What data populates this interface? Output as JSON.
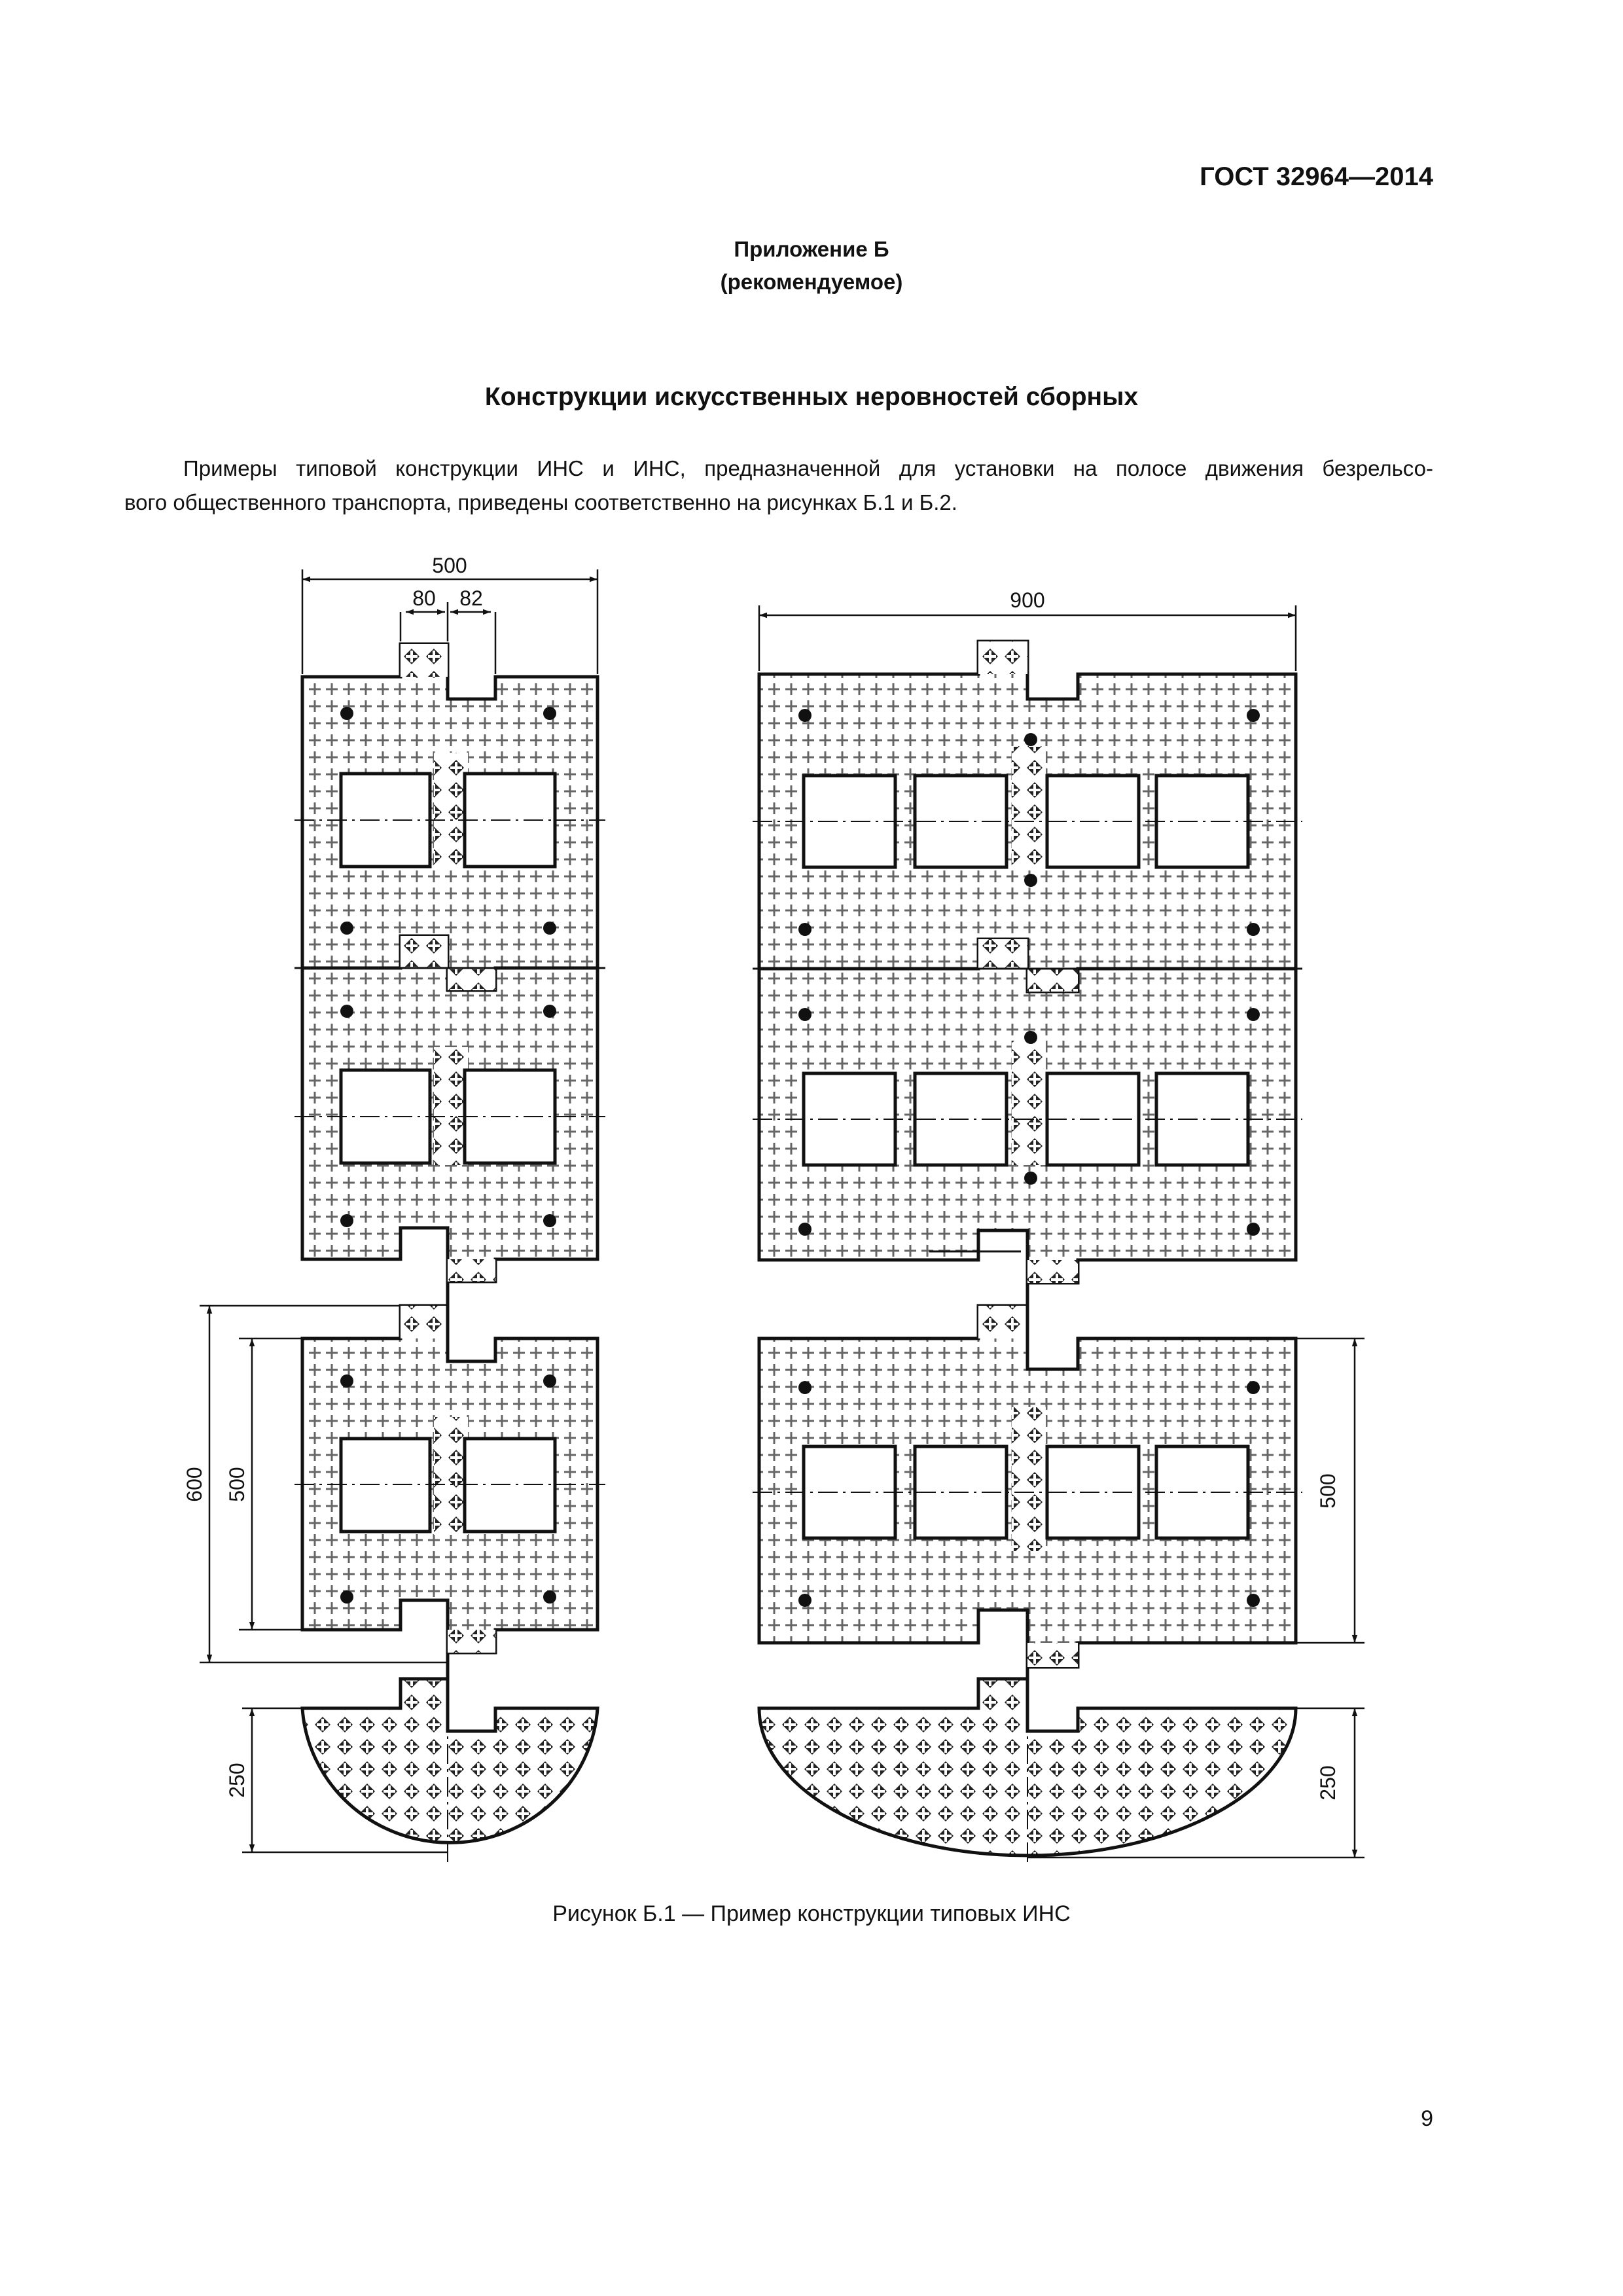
{
  "header": {
    "doc_code": "ГОСТ 32964—2014"
  },
  "appendix": {
    "title": "Приложение Б",
    "status": "(рекомендуемое)"
  },
  "section": {
    "title": "Конструкции искусственных неровностей сборных"
  },
  "paragraph": {
    "line1": "Примеры типовой конструкции ИНС и ИНС, предназначенной для установки на полосе движения безрельсо-",
    "line2": "вого общественного транспорта, приведены соответственно на рисунках Б.1 и Б.2."
  },
  "figure": {
    "caption": "Рисунок Б.1 — Пример конструкции типовых ИНС",
    "left_dims": {
      "width": "500",
      "tongue_a": "80",
      "tongue_b": "82",
      "height_total": "600",
      "height_block": "500",
      "end_depth": "250"
    },
    "right_dims": {
      "width": "900",
      "height_block": "500",
      "end_depth": "250"
    }
  },
  "footer": {
    "page_number": "9"
  }
}
